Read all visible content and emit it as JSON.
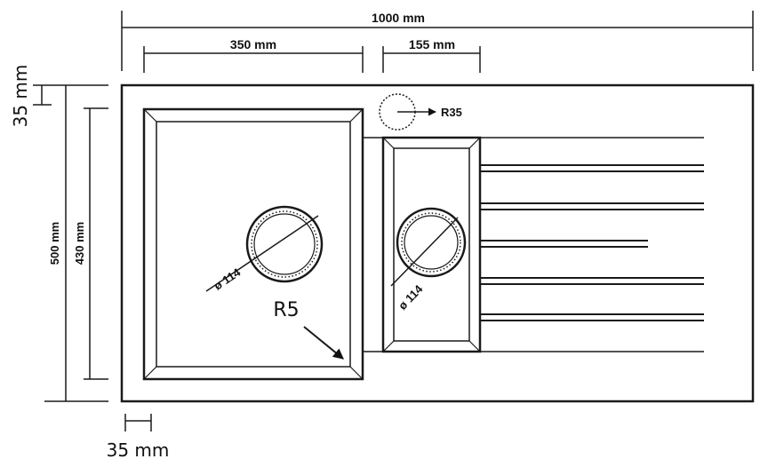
{
  "dimensions": {
    "overall_width": "1000 mm",
    "main_bowl_width": "350 mm",
    "small_bowl_width": "155 mm",
    "overall_depth": "500 mm",
    "bowl_depth": "430 mm",
    "top_margin": "35 mm",
    "left_margin": "35 mm"
  },
  "labels": {
    "tap_hole_radius": "R35",
    "corner_radius": "R5",
    "drain_main": "ø 114",
    "drain_small": "ø 114"
  }
}
